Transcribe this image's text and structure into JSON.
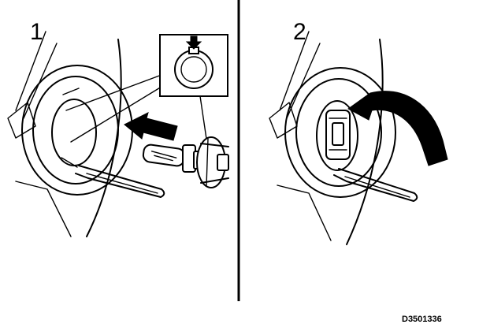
{
  "figure": {
    "step_1_label": "1",
    "step_2_label": "2",
    "reference_code": "D3501336",
    "colors": {
      "ink": "#000000",
      "paper": "#ffffff"
    }
  }
}
